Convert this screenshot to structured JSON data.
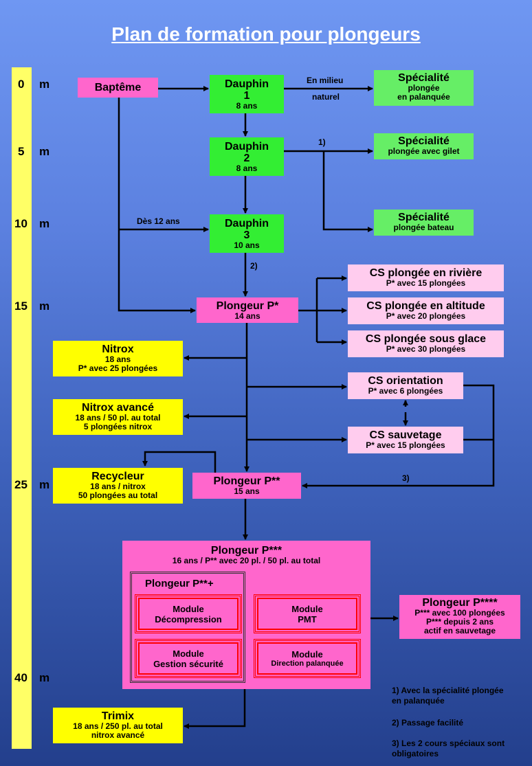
{
  "title": "Plan de formation pour plongeurs",
  "depths": [
    {
      "value": "0",
      "unit": "m"
    },
    {
      "value": "5",
      "unit": "m"
    },
    {
      "value": "10",
      "unit": "m"
    },
    {
      "value": "15",
      "unit": "m"
    },
    {
      "value": "25",
      "unit": "m"
    },
    {
      "value": "40",
      "unit": "m"
    }
  ],
  "boxes": {
    "bapteme": {
      "title": "Baptême"
    },
    "dauphin1": {
      "title": "Dauphin",
      "num": "1",
      "sub": "8 ans"
    },
    "dauphin2": {
      "title": "Dauphin",
      "num": "2",
      "sub": "8 ans"
    },
    "dauphin3": {
      "title": "Dauphin",
      "num": "3",
      "sub": "10 ans"
    },
    "spec1": {
      "title": "Spécialité",
      "sub1": "plongée",
      "sub2": "en palanquée"
    },
    "spec2": {
      "title": "Spécialité",
      "sub1": "plongée avec gilet"
    },
    "spec3": {
      "title": "Spécialité",
      "sub1": "plongée bateau"
    },
    "p1": {
      "title": "Plongeur P*",
      "sub": "14 ans"
    },
    "cs_riviere": {
      "title": "CS plongée en rivière",
      "sub": "P* avec 15 plongées"
    },
    "cs_altitude": {
      "title": "CS plongée en altitude",
      "sub": "P* avec 20 plongées"
    },
    "cs_glace": {
      "title": "CS plongée sous glace",
      "sub": "P* avec 30 plongées"
    },
    "nitrox": {
      "title": "Nitrox",
      "sub1": "18 ans",
      "sub2": "P* avec 25 plongées"
    },
    "nitrox_av": {
      "title": "Nitrox avancé",
      "sub1": "18 ans / 50 pl. au total",
      "sub2": "5 plongées nitrox"
    },
    "cs_orientation": {
      "title": "CS orientation",
      "sub": "P* avec 6 plongées"
    },
    "cs_sauvetage": {
      "title": "CS sauvetage",
      "sub": "P* avec 15 plongées"
    },
    "recycleur": {
      "title": "Recycleur",
      "sub1": "18 ans / nitrox",
      "sub2": "50 plongées au total"
    },
    "p2": {
      "title": "Plongeur P**",
      "sub": "15 ans"
    },
    "p3": {
      "title": "Plongeur P***",
      "sub": "16 ans / P** avec 20 pl. / 50 pl. au total"
    },
    "p2plus": {
      "title": "Plongeur P**+"
    },
    "mod_deco": {
      "l1": "Module",
      "l2": "Décompression"
    },
    "mod_pmt": {
      "l1": "Module",
      "l2": "PMT"
    },
    "mod_secu": {
      "l1": "Module",
      "l2": "Gestion sécurité"
    },
    "mod_dir": {
      "l1": "Module",
      "l2": "Direction palanquée"
    },
    "p4": {
      "title": "Plongeur P****",
      "sub1": "P*** avec 100 plongées",
      "sub2": "P*** depuis 2 ans",
      "sub3": "actif en sauvetage"
    },
    "trimix": {
      "title": "Trimix",
      "sub1": "18 ans / 250 pl. au total",
      "sub2": "nitrox avancé"
    }
  },
  "labels": {
    "milieu1": "En milieu",
    "milieu2": "naturel",
    "ref1": "1)",
    "des12": "Dès 12 ans",
    "ref2": "2)",
    "ref3": "3)"
  },
  "notes": {
    "n1a": "1) Avec la spécialité plongée",
    "n1b": "en palanquée",
    "n2": "2) Passage facilité",
    "n3a": "3) Les 2 cours spéciaux sont",
    "n3b": "obligatoires"
  }
}
